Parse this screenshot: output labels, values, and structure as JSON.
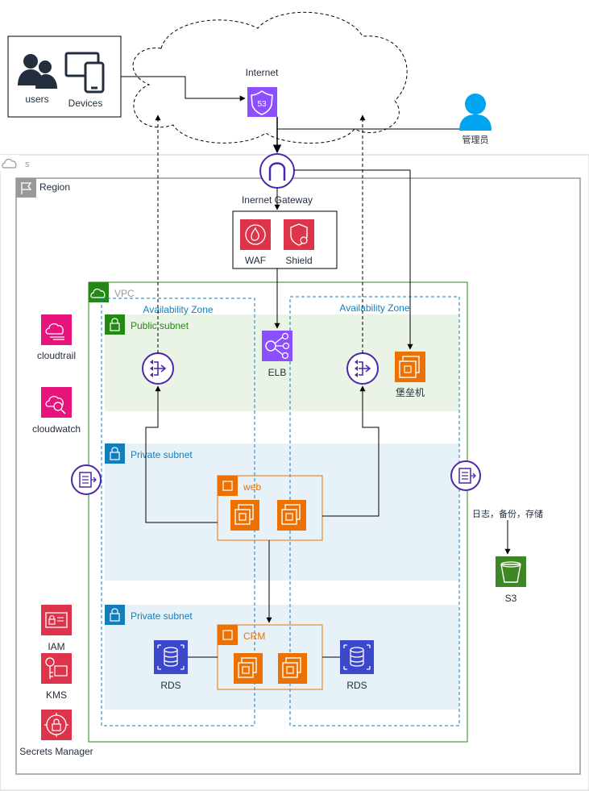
{
  "labels": {
    "users": "users",
    "devices": "Devices",
    "internet": "Internet",
    "admin": "管理员",
    "cloud": "s",
    "region": "Region",
    "igw": "Inernet Gateway",
    "waf": "WAF",
    "shield": "Shield",
    "vpc": "VPC",
    "az1": "Availability Zone",
    "az2": "Availability Zone",
    "public_subnet": "Public subnet",
    "private_subnet_1": "Private subnet",
    "private_subnet_2": "Private subnet",
    "elb": "ELB",
    "bastion": "堡垒机",
    "web": "web",
    "crm": "CRM",
    "rds_left": "RDS",
    "rds_right": "RDS",
    "cloudtrail": "cloudtrail",
    "cloudwatch": "cloudwatch",
    "iam": "IAM",
    "kms": "KMS",
    "secrets": "Secrets Manager",
    "log_note": "日志，备份，存储",
    "s3": "S3",
    "route53_badge": "53"
  },
  "colors": {
    "security_red": "#dd344c",
    "compute_orange": "#ed7100",
    "network_purple": "#8c4fff",
    "network_dark": "#4d27aa",
    "storage_green": "#3f8624",
    "db_blue": "#3b48cc",
    "mgmt_pink": "#e7157b",
    "vpc_green": "#248814",
    "subnet_public_bg": "#e9f3e6",
    "subnet_private_bg": "#e6f2f8",
    "az_blue": "#147eba",
    "admin_blue": "#00a4ef"
  },
  "icons": [
    "users-icon",
    "devices-icon",
    "cloud-icon",
    "route53-icon",
    "admin-icon",
    "igw-icon",
    "waf-icon",
    "shield-icon",
    "elb-icon",
    "nat-gateway-icon",
    "ec2-instances-icon",
    "rds-icon",
    "cloudtrail-icon",
    "cloudwatch-icon",
    "iam-icon",
    "kms-icon",
    "secrets-manager-icon",
    "flow-logs-icon",
    "s3-bucket-icon",
    "lock-icon",
    "flag-icon",
    "chip-icon"
  ]
}
